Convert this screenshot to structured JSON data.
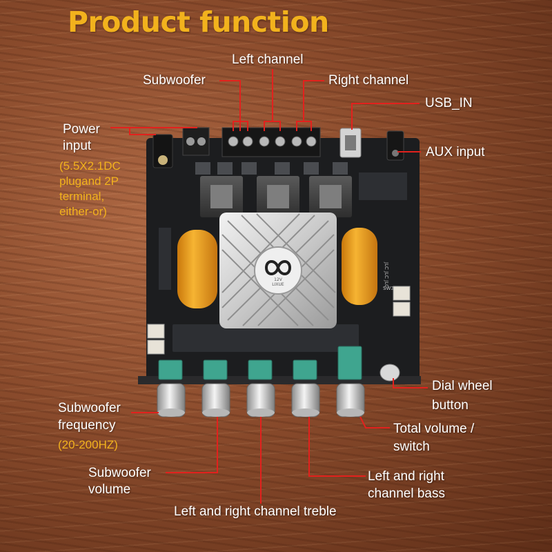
{
  "title": "Product function",
  "labels": {
    "subwoofer": "Subwoofer",
    "left_channel": "Left channel",
    "right_channel": "Right channel",
    "usb_in": "USB_IN",
    "power_input_1": "Power",
    "power_input_2": "input",
    "power_note": [
      "(5.5X2.1DC",
      "plugand 2P",
      "terminal,",
      "either-or)"
    ],
    "aux_input": "AUX input",
    "dial_wheel_1": "Dial wheel",
    "dial_wheel_2": "button",
    "sub_freq_1": "Subwoofer",
    "sub_freq_2": "frequency",
    "sub_freq_note": "(20-200HZ)",
    "total_volume_1": "Total volume /",
    "total_volume_2": "switch",
    "sub_volume_1": "Subwoofer",
    "sub_volume_2": "volume",
    "bass_1": "Left and right",
    "bass_2": "channel bass",
    "treble": "Left and right channel treble"
  },
  "board_markings": {
    "heatsink_badge_1": "12V",
    "heatsink_badge_2": "LIXUE",
    "vertical_code": "JLC JLC JLC",
    "sw_label": "SW3"
  },
  "colors": {
    "title": "#f2b21d",
    "note": "#f2b21d",
    "label": "#ffffff",
    "leader_line": "#e3211d",
    "board": "#1c1d1f",
    "capacitor": "#f0a21c",
    "knob_base": "#3fa58f"
  }
}
